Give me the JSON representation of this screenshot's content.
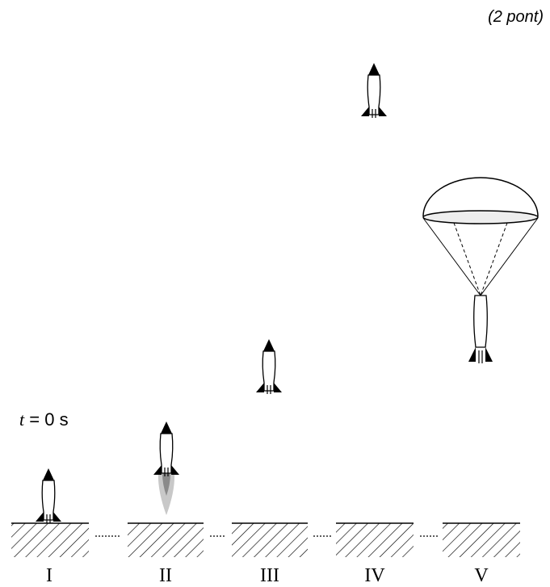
{
  "points_label": "(2 pont)",
  "time_label": {
    "variable": "t",
    "equals": "=",
    "value": "0",
    "unit": "s"
  },
  "stages": [
    {
      "label": "I",
      "state": "on ground"
    },
    {
      "label": "II",
      "state": "engine burning"
    },
    {
      "label": "III",
      "state": "coasting up"
    },
    {
      "label": "IV",
      "state": "highest point"
    },
    {
      "label": "V",
      "state": "parachute descent"
    }
  ]
}
